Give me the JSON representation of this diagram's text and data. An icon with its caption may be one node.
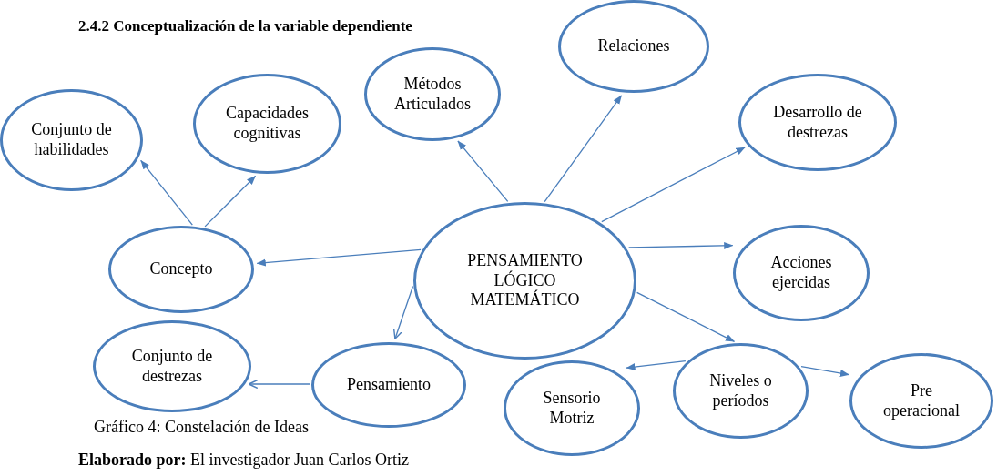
{
  "diagram": {
    "title": "2.4.2 Conceptualización de la variable dependiente",
    "caption": "Gráfico 4: Constelación de Ideas",
    "nodes": [
      {
        "text": [
          "Conjunto de habilidades"
        ]
      },
      {
        "text": [
          "Capacidades cognitivas"
        ]
      },
      {
        "text": [
          "Métodos Articulados"
        ]
      },
      {
        "text": [
          "Relaciones"
        ]
      },
      {
        "text": [
          "Desarrollo de destrezas"
        ]
      },
      {
        "text": [
          "Concepto"
        ]
      },
      {
        "text": [
          "PENSAMIENTO LÓGICO MATEMÁTICO"
        ]
      },
      {
        "text": [
          "Acciones ejercidas"
        ]
      },
      {
        "text": [
          "Conjunto de destrezas"
        ]
      },
      {
        "text": [
          "Pensamiento"
        ]
      },
      {
        "text": [
          "Sensorio Motriz"
        ]
      },
      {
        "text": [
          "Niveles o períodos"
        ]
      },
      {
        "text": [
          "Pre operacional"
        ]
      }
    ],
    "edges": [
      {
        "from": 6,
        "to": 5,
        "arrow": "to"
      },
      {
        "from": 5,
        "to": 0,
        "arrow": "to"
      },
      {
        "from": 5,
        "to": 1,
        "arrow": "to"
      },
      {
        "from": 6,
        "to": 2,
        "arrow": "to"
      },
      {
        "from": 6,
        "to": 3,
        "arrow": "to"
      },
      {
        "from": 6,
        "to": 4,
        "arrow": "to"
      },
      {
        "from": 6,
        "to": 7,
        "arrow": "to"
      },
      {
        "from": 6,
        "to": 9,
        "arrow": "to"
      },
      {
        "from": 9,
        "to": 8,
        "arrow": "to"
      },
      {
        "from": 6,
        "to": 11,
        "arrow": "to"
      },
      {
        "from": 11,
        "to": 10,
        "arrow": "to"
      },
      {
        "from": 11,
        "to": 12,
        "arrow": "to"
      }
    ],
    "labels": [
      "**Elaborado por:** El investigador Juan Carlos Ortiz"
    ]
  }
}
